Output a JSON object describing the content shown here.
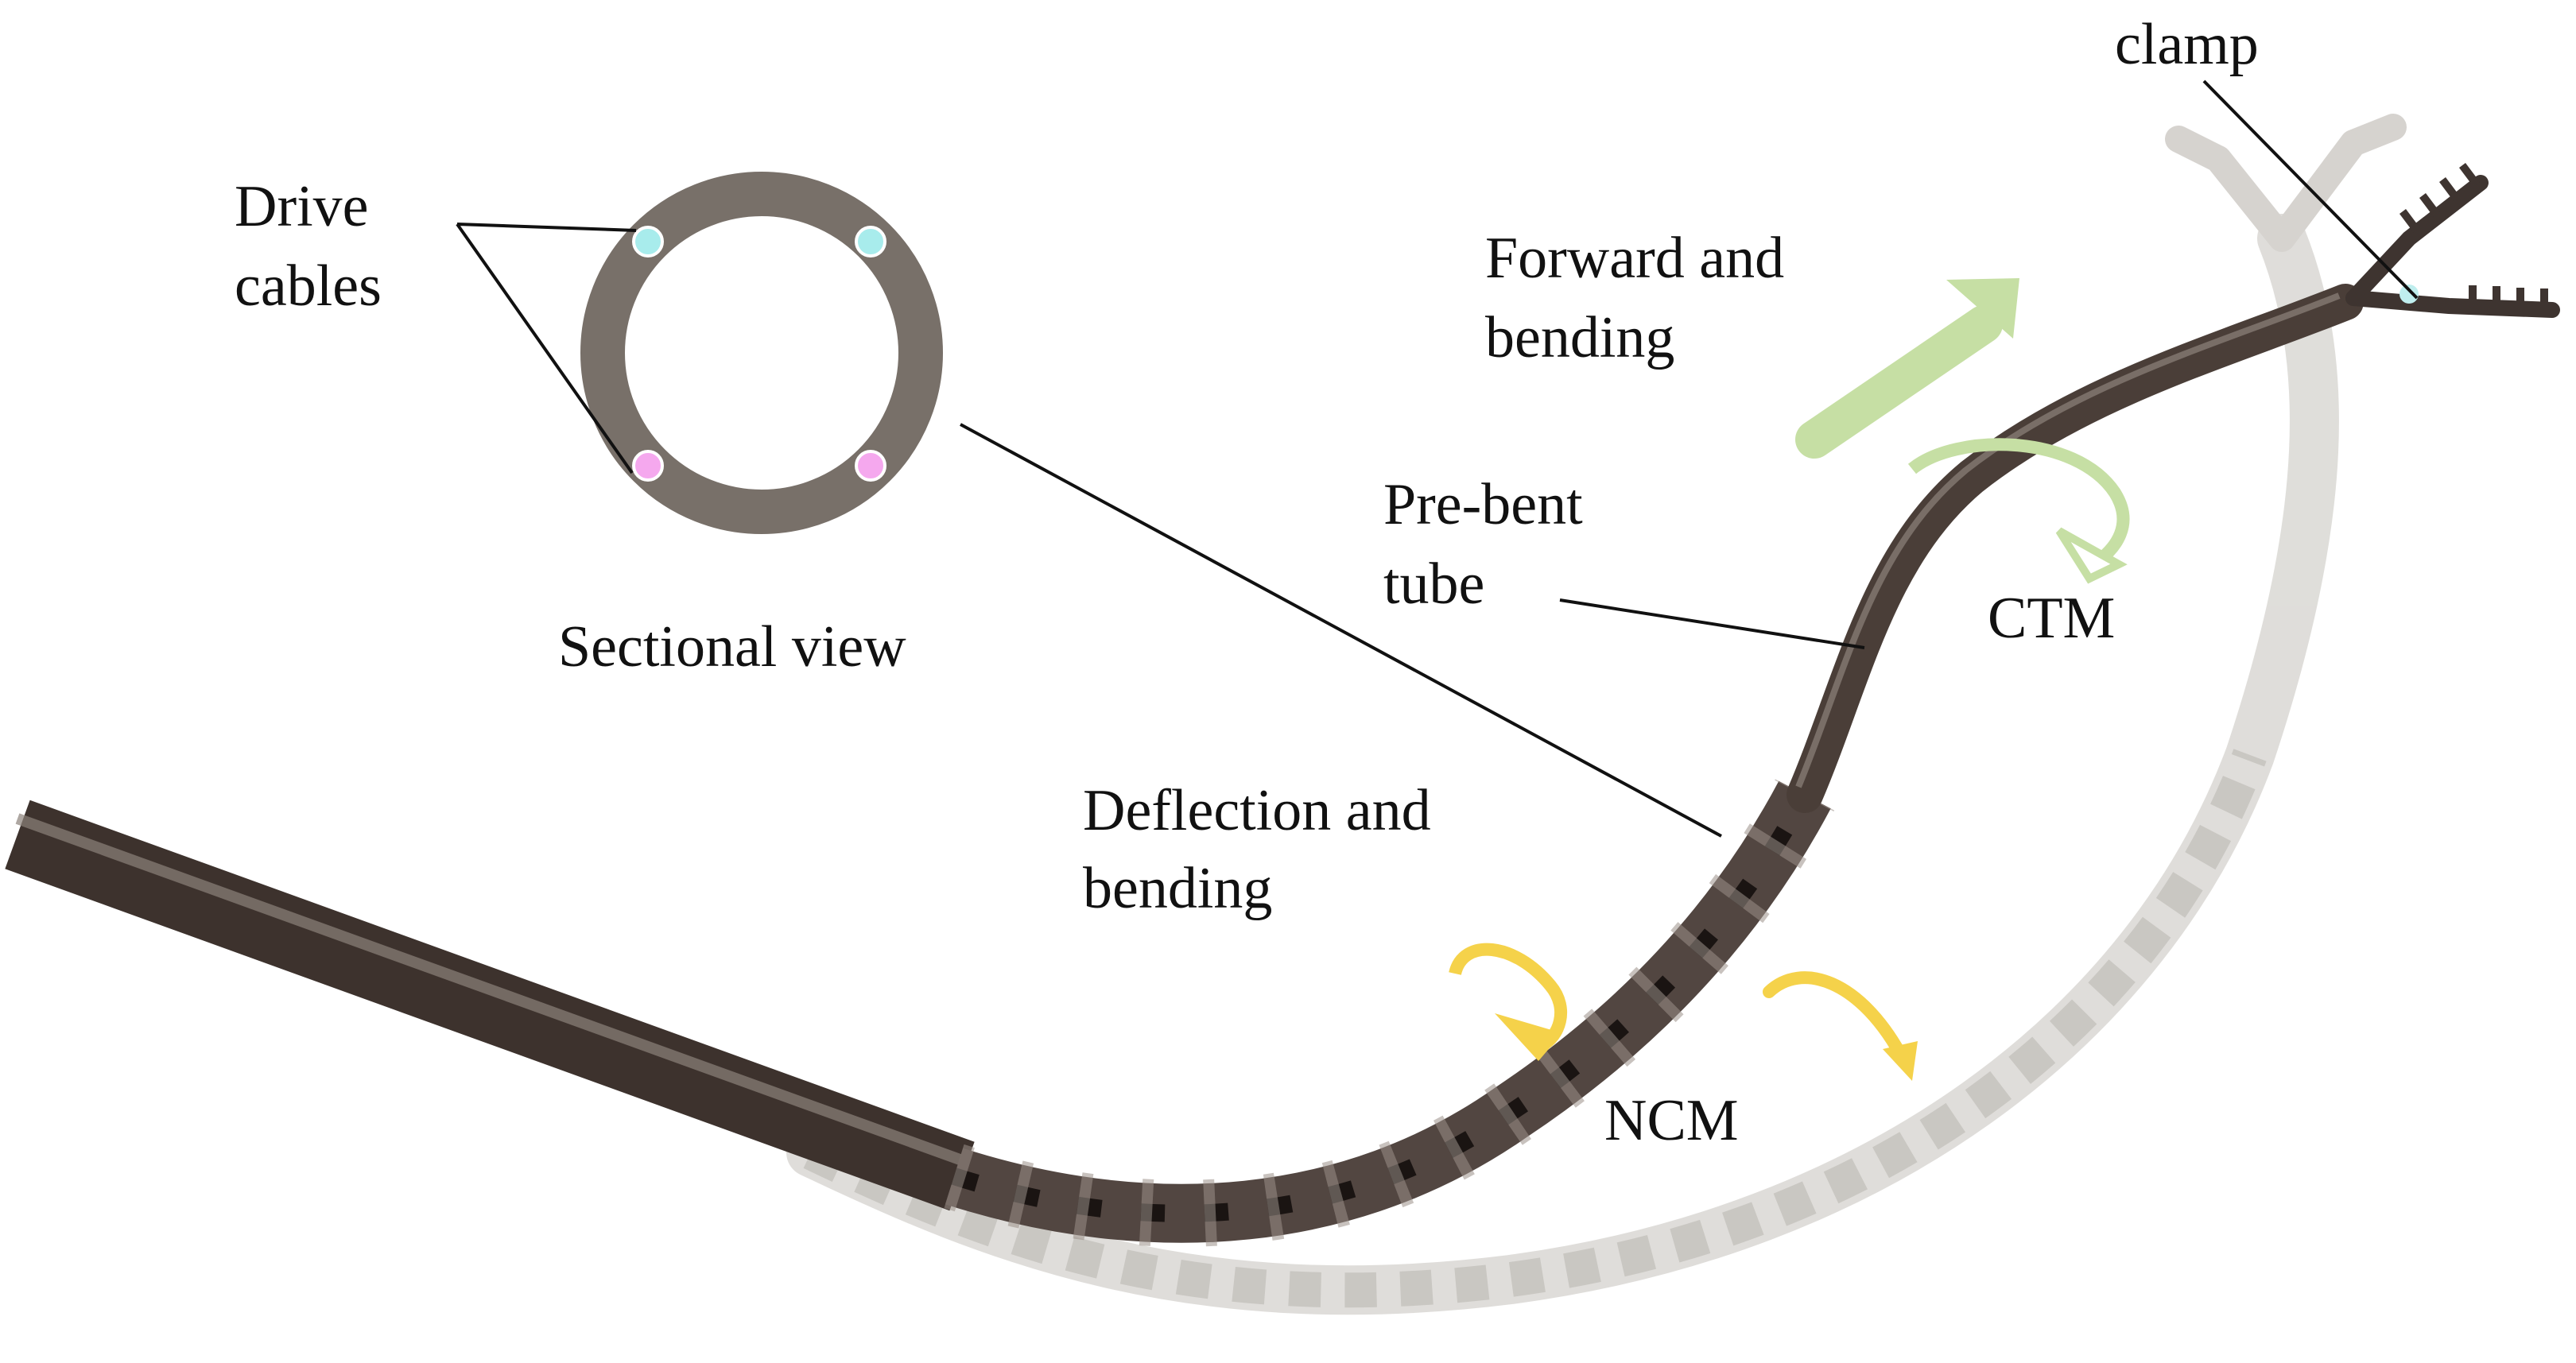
{
  "labels": {
    "drive_cables_line1": "Drive",
    "drive_cables_line2": "cables",
    "sectional_view": "Sectional view",
    "forward_bending_line1": "Forward and",
    "forward_bending_line2": "bending",
    "pre_bent_line1": "Pre-bent",
    "pre_bent_line2": "tube",
    "ctm": "CTM",
    "deflection_line1": "Deflection and",
    "deflection_line2": "bending",
    "ncm": "NCM",
    "clamp": "clamp"
  },
  "colors": {
    "tube": "#4a3f38",
    "tube_highlight": "#8a7f76",
    "ghost_tube": "#d8d6d2",
    "ring": "#787069",
    "cable_cyan": "#a8ecec",
    "cable_pink": "#f5a8ee",
    "arrow_green": "#c6dfa4",
    "arrow_yellow": "#f5d24a",
    "leader_line": "#111111"
  }
}
